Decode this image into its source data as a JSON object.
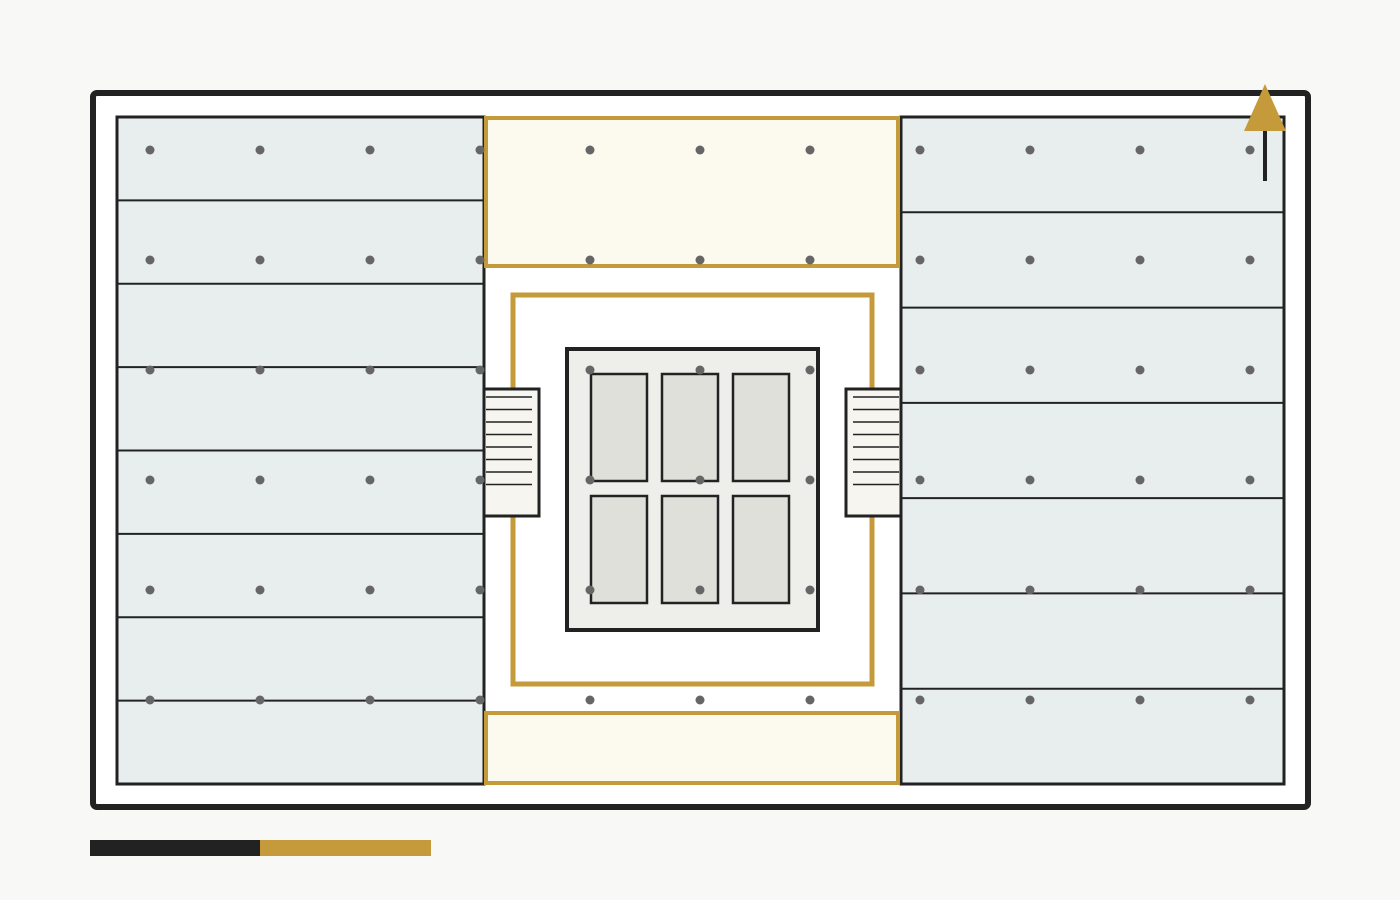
{
  "colors": {
    "background": "#f8f8f6",
    "wall": "#222222",
    "floor": "#ffffff",
    "office_wing": "#e8eeee",
    "core": "#eeeeea",
    "core_room": "#e0e0da",
    "stair": "#f7f5f0",
    "accent": "#c49a3a",
    "accent_fill": "#fcfaee",
    "column": "#666666"
  },
  "diagram": {
    "left_wing_bays": 8,
    "right_wing_bays": 7,
    "core_rooms": 6,
    "stair_treads": 8,
    "column_grid_cols": 11,
    "column_grid_rows": 6
  },
  "icons": {
    "north_arrow": "north-arrow-icon",
    "scale_bar": "scale-bar-icon"
  }
}
